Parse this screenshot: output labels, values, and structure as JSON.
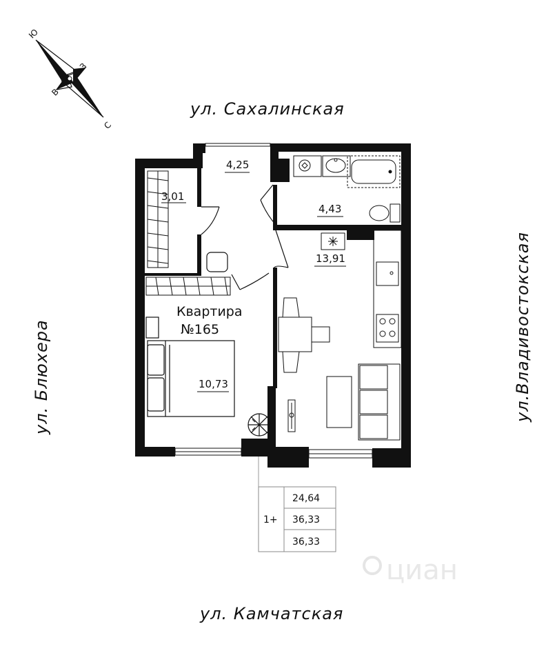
{
  "streets": {
    "north": "ул. Сахалинская",
    "south": "ул. Камчатская",
    "west": "ул. Блюхера",
    "east": "ул.Владивостокская"
  },
  "compass": {
    "north": "С",
    "south": "Ю",
    "east": "В",
    "west": "З"
  },
  "apartment": {
    "title_line1": "Квартира",
    "title_line2": "№165"
  },
  "rooms": {
    "closet": "3,01",
    "hall": "4,25",
    "bathroom": "4,43",
    "kitchen_living": "13,91",
    "bedroom": "10,73"
  },
  "summary": {
    "rooms_count": "1+",
    "living_area": "24,64",
    "total_area": "36,33",
    "total_area_with_balcony": "36,33"
  },
  "watermark": "циан"
}
